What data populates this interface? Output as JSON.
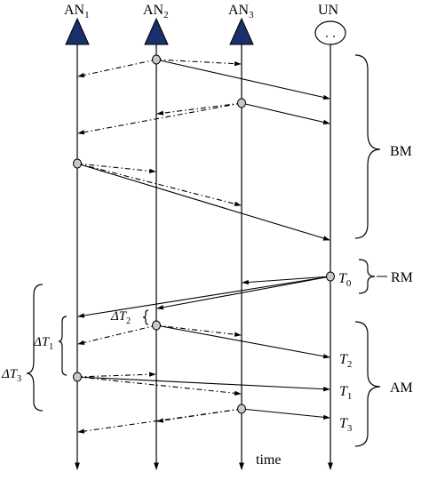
{
  "nodes": {
    "an1": {
      "base": "AN",
      "sub": "1"
    },
    "an2": {
      "base": "AN",
      "sub": "2"
    },
    "an3": {
      "base": "AN",
      "sub": "3"
    },
    "un": {
      "label": "UN"
    }
  },
  "time_label": "time",
  "phases": {
    "bm": "BM",
    "rm": "RM",
    "am": "AM"
  },
  "time_marks": {
    "t0": {
      "base": "T",
      "sub": "0"
    },
    "t2": {
      "base": "T",
      "sub": "2"
    },
    "t1": {
      "base": "T",
      "sub": "1"
    },
    "t3": {
      "base": "T",
      "sub": "3"
    }
  },
  "deltas": {
    "dt1": {
      "base": "ΔT",
      "sub": "1"
    },
    "dt2": {
      "base": "ΔT",
      "sub": "2"
    },
    "dt3": {
      "base": "ΔT",
      "sub": "3"
    }
  },
  "colors": {
    "node_fill": "#1a2f6b",
    "line": "#000000",
    "dot_fill": "#c8c8c8"
  }
}
